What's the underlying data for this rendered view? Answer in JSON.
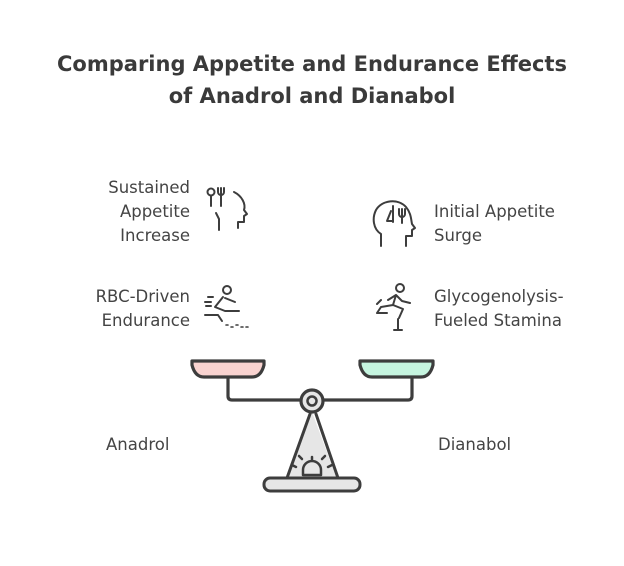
{
  "title": {
    "line1": "Comparing Appetite and Endurance Effects",
    "line2": "of Anadrol and Dianabol"
  },
  "left": {
    "appetite": [
      "Sustained",
      "Appetite",
      "Increase"
    ],
    "endurance": [
      "RBC-Driven",
      "Endurance"
    ],
    "drug": "Anadrol",
    "pan_color": "#f9d3d0"
  },
  "right": {
    "appetite": [
      "Initial Appetite",
      "Surge"
    ],
    "endurance": [
      "Glycogenolysis-",
      "Fueled Stamina"
    ],
    "drug": "Dianabol",
    "pan_color": "#c6f5e0"
  },
  "icons": [
    "head-fork-spoon-icon",
    "head-fork-icon",
    "sprinter-start-icon",
    "hurdle-runner-icon",
    "balance-scale-icon"
  ]
}
